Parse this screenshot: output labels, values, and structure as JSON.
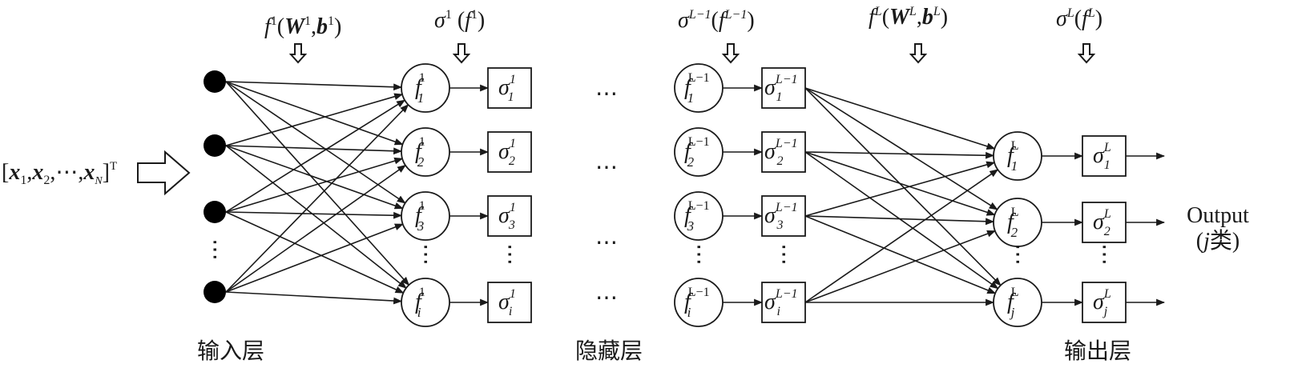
{
  "title": "",
  "input_vector": {
    "open": "[",
    "x1": "x",
    "sub1": "1",
    "x2": "x",
    "sub2": "2",
    "ellipsis": "⋯",
    "xN": "x",
    "subN": "N",
    "close": "]",
    "sup": "T"
  },
  "top_labels": {
    "f1": {
      "f": "f",
      "sup": "1",
      "W": "W",
      "Wsup": "1",
      "b": "b",
      "bsup": "1"
    },
    "sigma1": {
      "s": "σ",
      "sup": "1",
      "f": "f",
      "fsup": "1"
    },
    "sigmaL1": {
      "s": "σ",
      "sup": "L−1",
      "f": "f",
      "fsup": "L−1"
    },
    "fL": {
      "f": "f",
      "sup": "L",
      "W": "W",
      "Wsup": "L",
      "b": "b",
      "bsup": "L"
    },
    "sigmaL": {
      "s": "σ",
      "sup": "L",
      "f": "f",
      "fsup": "L"
    }
  },
  "layer1_nodes": [
    {
      "f": "f",
      "sup": "1",
      "sub": "1",
      "s": "σ",
      "ssup": "1",
      "ssub": "1"
    },
    {
      "f": "f",
      "sup": "1",
      "sub": "2",
      "s": "σ",
      "ssup": "1",
      "ssub": "2"
    },
    {
      "f": "f",
      "sup": "1",
      "sub": "3",
      "s": "σ",
      "ssup": "1",
      "ssub": "3"
    },
    {
      "f": "f",
      "sup": "1",
      "sub": "i",
      "s": "σ",
      "ssup": "1",
      "ssub": "i"
    }
  ],
  "layerL1_nodes": [
    {
      "f": "f",
      "sup": "L−1",
      "sub": "1",
      "s": "σ",
      "ssup": "L−1",
      "ssub": "1"
    },
    {
      "f": "f",
      "sup": "L−1",
      "sub": "2",
      "s": "σ",
      "ssup": "L−1",
      "ssub": "2"
    },
    {
      "f": "f",
      "sup": "L−1",
      "sub": "3",
      "s": "σ",
      "ssup": "L−1",
      "ssub": "3"
    },
    {
      "f": "f",
      "sup": "L−1",
      "sub": "i",
      "s": "σ",
      "ssup": "L−1",
      "ssub": "i"
    }
  ],
  "layerL_nodes": [
    {
      "f": "f",
      "sup": "L",
      "sub": "1",
      "s": "σ",
      "ssup": "L",
      "ssub": "1"
    },
    {
      "f": "f",
      "sup": "L",
      "sub": "2",
      "s": "σ",
      "ssup": "L",
      "ssub": "2"
    },
    {
      "f": "f",
      "sup": "L",
      "sub": "j",
      "s": "σ",
      "ssup": "L",
      "ssub": "j"
    }
  ],
  "hidden_ellipsis": "⋯",
  "output": {
    "line1": "Output",
    "open": "(",
    "j": "j",
    "cls": "类",
    "close": ")"
  },
  "bottom_labels": {
    "input": "输入层",
    "hidden": "隐藏层",
    "output": "输出层"
  }
}
